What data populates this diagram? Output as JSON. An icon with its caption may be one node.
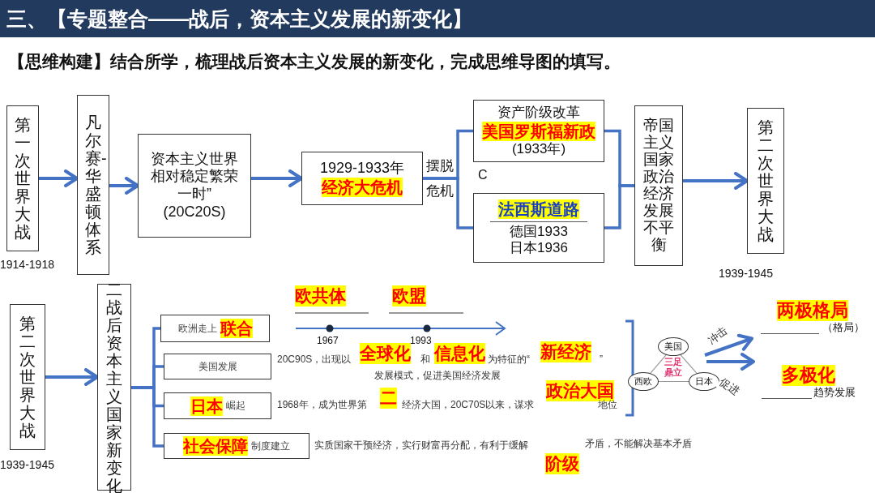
{
  "diagram": {
    "title": "三、【专题整合——战后，资本主义发展的新变化】",
    "nodes": [
      {
        "text": [
          "第一次世界大战"
        ],
        "beside": [
          "1914-1918"
        ]
      },
      {
        "text": [
          "凡尔赛-华盛顿体系"
        ]
      },
      {
        "text": [
          "资本主义世界相对稳定繁荣一时”",
          "(20C20S)"
        ]
      },
      {
        "text": [
          "1929-1933年",
          "经济大危机"
        ]
      },
      {
        "text": [
          "资产阶级改革",
          "美国罗斯福新政",
          "(1933年)"
        ]
      },
      {
        "text": [
          "法西斯道路",
          "德国1933 日本1936"
        ]
      },
      {
        "text": [
          "帝国主义国家政治经济发展不平衡"
        ]
      },
      {
        "text": [
          "第二次世界大战"
        ],
        "beside": [
          "1939-1945"
        ]
      },
      {
        "text": [
          "第二次世界大战"
        ],
        "beside": [
          "1939-1945"
        ]
      },
      {
        "text": [
          "二战后资本主义国家新变化"
        ]
      },
      {
        "text": [
          "欧洲走上",
          "联合"
        ]
      },
      {
        "text": [
          "美国发展"
        ]
      },
      {
        "text": [
          "日本",
          "崛起"
        ]
      },
      {
        "text": [
          "社会保障",
          "制度建立"
        ],
        "beside": [
          "实质国家干预经济，实行财富再分配，有利于缓解"
        ]
      },
      {
        "text": [
          "美国"
        ]
      },
      {
        "text": [
          "西欧"
        ]
      },
      {
        "text": [
          "日本"
        ]
      },
      {
        "text": [
          "两极格局",
          "（格局）"
        ]
      },
      {
        "text": [
          "多极化",
          "趋势发展"
        ]
      },
      {
        "text": [
          "欧共体"
        ]
      },
      {
        "text": [
          "欧盟"
        ]
      },
      {
        "text": [
          "全球化"
        ]
      },
      {
        "text": [
          "信息化"
        ]
      },
      {
        "text": [
          "新经济"
        ]
      },
      {
        "text": [
          "二"
        ]
      },
      {
        "text": [
          "政治大国"
        ]
      },
      {
        "text": [
          "阶级"
        ]
      }
    ],
    "edges": [
      {
        "from": 0,
        "to": 1,
        "arrow": "to"
      },
      {
        "from": 1,
        "to": 2,
        "arrow": "to"
      },
      {
        "from": 2,
        "to": 3,
        "arrow": "to"
      },
      {
        "from": 3,
        "to": 4,
        "arrow": "none"
      },
      {
        "from": 3,
        "to": 5,
        "arrow": "none"
      },
      {
        "from": 4,
        "to": 6,
        "arrow": "none"
      },
      {
        "from": 5,
        "to": 6,
        "arrow": "none"
      },
      {
        "from": 6,
        "to": 7,
        "arrow": "to"
      },
      {
        "from": 8,
        "to": 9,
        "arrow": "to"
      },
      {
        "from": 9,
        "to": 10,
        "arrow": "none"
      },
      {
        "from": 9,
        "to": 11,
        "arrow": "none"
      },
      {
        "from": 9,
        "to": 12,
        "arrow": "none"
      },
      {
        "from": 9,
        "to": 13,
        "arrow": "none"
      },
      {
        "from": 14,
        "to": 15,
        "arrow": "none",
        "color": "#999999"
      },
      {
        "from": 14,
        "to": 16,
        "arrow": "none",
        "color": "#999999"
      },
      {
        "from": 15,
        "to": 16,
        "arrow": "none",
        "color": "#999999"
      },
      {
        "from": null,
        "to": 17,
        "arrow": "to",
        "label": "冲击"
      },
      {
        "from": null,
        "to": 18,
        "arrow": "to",
        "label": "促进"
      }
    ],
    "labels": [
      "【思维构建】结合所学，梳理战后**资本主义发展的新变化**，完成思维导图的填写。",
      "摆脱危机",
      "C",
      "1967",
      "1993",
      "20C90S，出现以",
      "和",
      "为特征的“",
      "”",
      "发展模式，促进美国经济发展",
      "1968年，成为世界第",
      "经济大国，20C70S以来，谋求",
      "地位",
      "三足鼎立",
      "矛盾，不能解决基本矛盾"
    ]
  }
}
